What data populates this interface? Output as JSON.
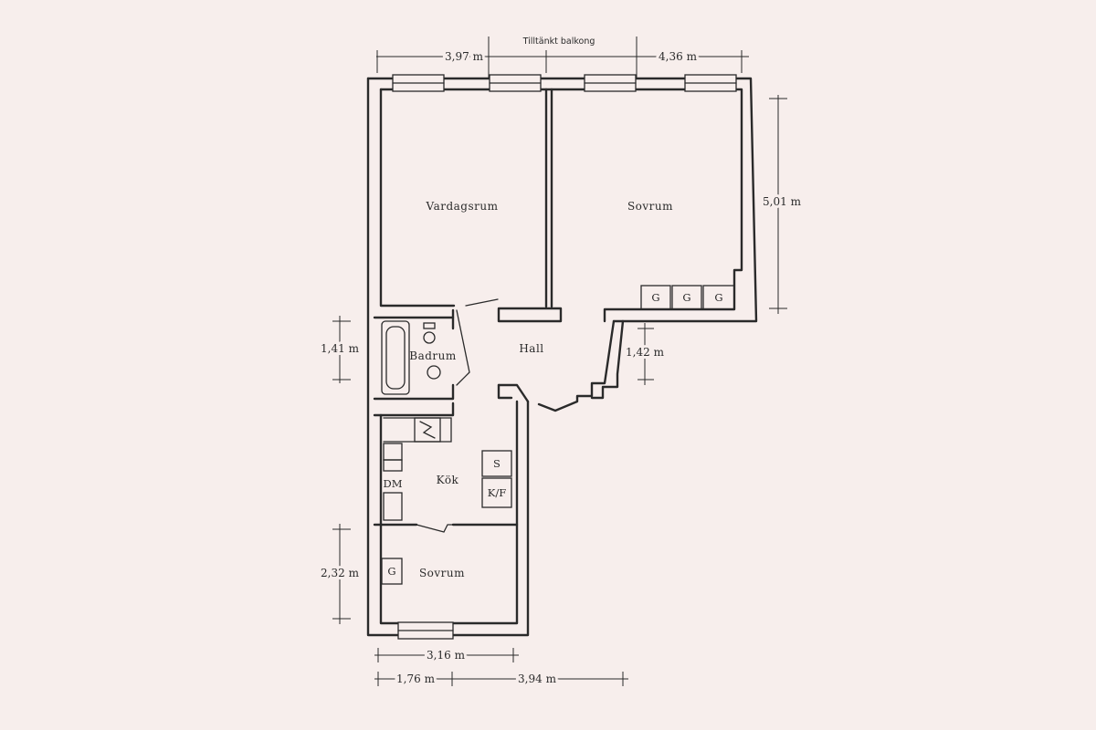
{
  "rooms": {
    "vardagsrum": "Vardagsrum",
    "sovrum_main": "Sovrum",
    "badrum": "Badrum",
    "hall": "Hall",
    "kok": "Kök",
    "sovrum_small": "Sovrum"
  },
  "annotations": {
    "balcony": "Tilltänkt balkong"
  },
  "dimensions": {
    "top_left": "3,97 m",
    "top_right": "4,36 m",
    "right": "5,01 m",
    "bath": "1,41 m",
    "hall": "1,42 m",
    "small_bedroom_h": "2,32 m",
    "small_bedroom_w": "3,16 m",
    "bottom_left": "1,76 m",
    "bottom_right": "3,94 m"
  },
  "fixtures": {
    "wardrobe_1": "G",
    "wardrobe_2": "G",
    "wardrobe_3": "G",
    "wardrobe_small": "G",
    "dishwasher": "DM",
    "stove": "S",
    "fridge_freezer": "K/F"
  }
}
